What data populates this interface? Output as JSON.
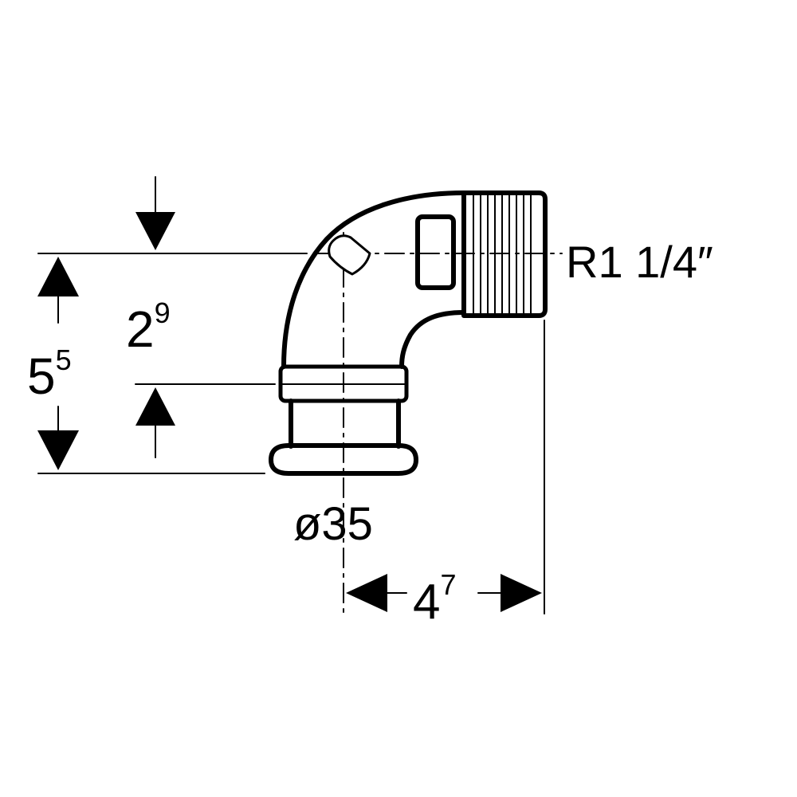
{
  "dimensions": {
    "overall_height": {
      "base": "5",
      "exp": "5"
    },
    "offset_height": {
      "base": "2",
      "exp": "9"
    },
    "width": {
      "base": "4",
      "exp": "7"
    },
    "diameter": "ø35",
    "thread": "R1 1/4″"
  },
  "colors": {
    "line": "#000000",
    "background": "#ffffff"
  }
}
